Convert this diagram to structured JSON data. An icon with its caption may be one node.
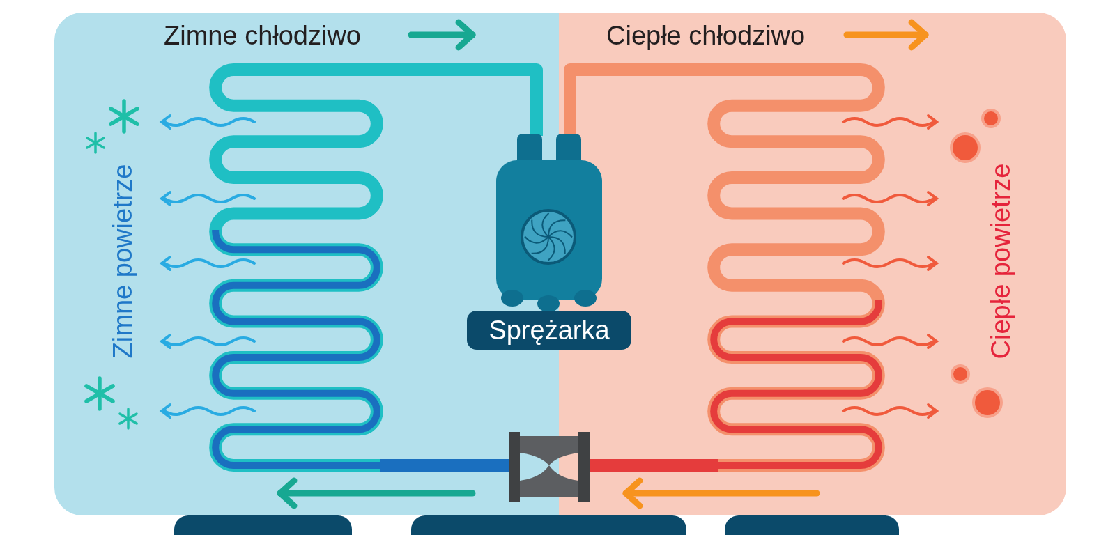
{
  "diagram": {
    "nodes": [
      {
        "text": [
          "Sprężarka"
        ]
      },
      {
        "text": [],
        "shape": "picture"
      },
      {
        "text": [],
        "shape": "picture"
      },
      {
        "text": [],
        "shape": "picture"
      },
      {
        "text": [],
        "shape": "box"
      },
      {
        "text": [],
        "shape": "box"
      },
      {
        "text": [],
        "shape": "box"
      }
    ],
    "edges": [
      {
        "from": 1,
        "to": 0,
        "arrow": "none",
        "color": "#1fbfc4"
      },
      {
        "from": 0,
        "to": 2,
        "arrow": "none",
        "color": "#f4906b"
      },
      {
        "from": 2,
        "to": 3,
        "arrow": "none",
        "color": "#e53c3c"
      },
      {
        "from": 3,
        "to": 1,
        "arrow": "none",
        "color": "#1a6fbf"
      }
    ],
    "labels": [
      "Zimne chłodziwo",
      "Ciepłe chłodziwo",
      "Zimne powietrze",
      "Ciepłe powietrze"
    ]
  }
}
